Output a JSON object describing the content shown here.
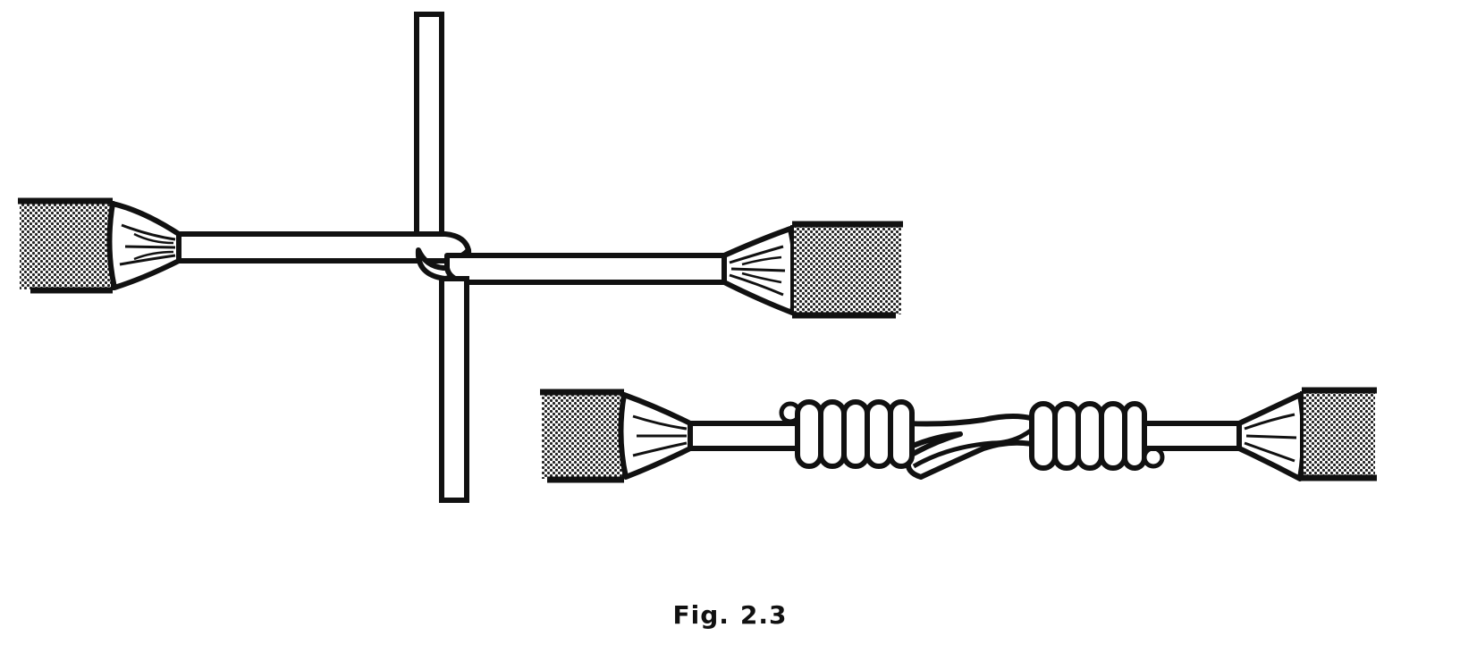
{
  "figure": {
    "caption_prefix": "Fig.",
    "caption_number": "2.3"
  },
  "diagrams": {
    "tap_joint": {
      "icon": "wire-tap-joint"
    },
    "splice_joint": {
      "icon": "wire-western-union-splice"
    }
  },
  "colors": {
    "ink": "#111111",
    "insulation_fill": "#9a9a9a",
    "paper": "#ffffff"
  }
}
